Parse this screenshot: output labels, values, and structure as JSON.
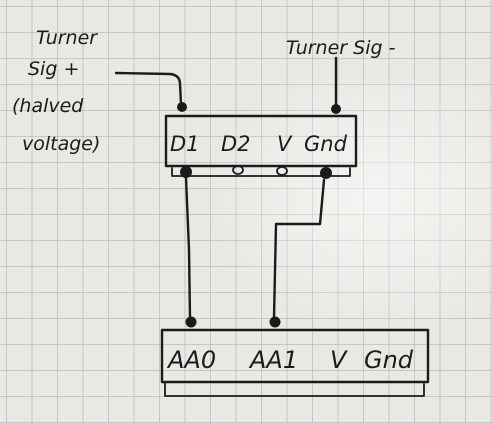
{
  "labels": {
    "left_note": [
      "Turner",
      "Sig +",
      "(halved",
      "voltage)"
    ],
    "right_note": "Turner Sig -"
  },
  "top_board": {
    "pins": [
      "D1",
      "D2",
      "V",
      "Gnd"
    ]
  },
  "bottom_board": {
    "pins": [
      "AA0",
      "AA1",
      "V",
      "Gnd"
    ]
  },
  "colors": {
    "paper": "#e9e8e3",
    "grid": "#96a0af",
    "ink": "#1b1b1b"
  }
}
